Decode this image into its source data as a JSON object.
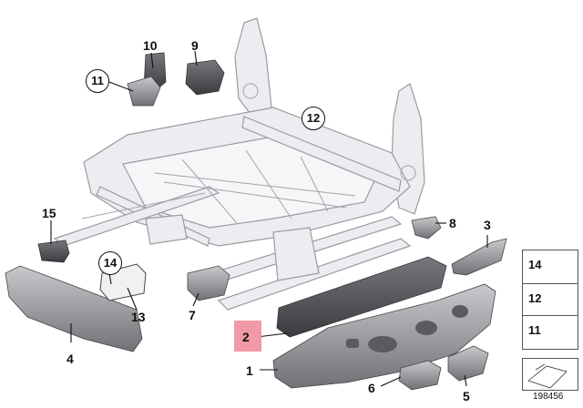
{
  "diagram": {
    "callouts": {
      "c1": "1",
      "c2": "2",
      "c3": "3",
      "c4": "4",
      "c5": "5",
      "c6": "6",
      "c7": "7",
      "c8": "8",
      "c9": "9",
      "c10": "10",
      "c11": "11",
      "c12": "12",
      "c13": "13",
      "c14": "14",
      "c15": "15"
    },
    "legend": {
      "l14": "14",
      "l12": "12",
      "l11": "11"
    },
    "doc_id": "198456",
    "highlight_color": "#f19aa6",
    "frame_color": "#e3e3e8",
    "part_color": "#8a8a90"
  }
}
